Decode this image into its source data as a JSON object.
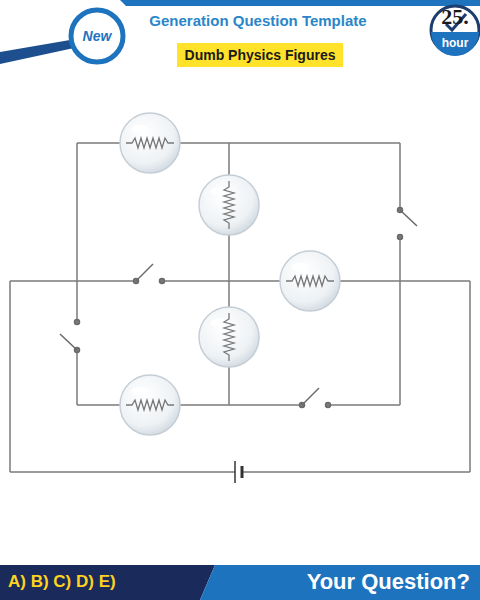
{
  "diagram": {
    "title": "Generation Question Template",
    "nodes": [
      {
        "text": [
          "New"
        ]
      },
      {
        "text": [
          "Dumb Physics Figures"
        ]
      }
    ],
    "labels": [
      "25.",
      "hour",
      "A) B) C) D) E)",
      "Your Question?"
    ]
  }
}
